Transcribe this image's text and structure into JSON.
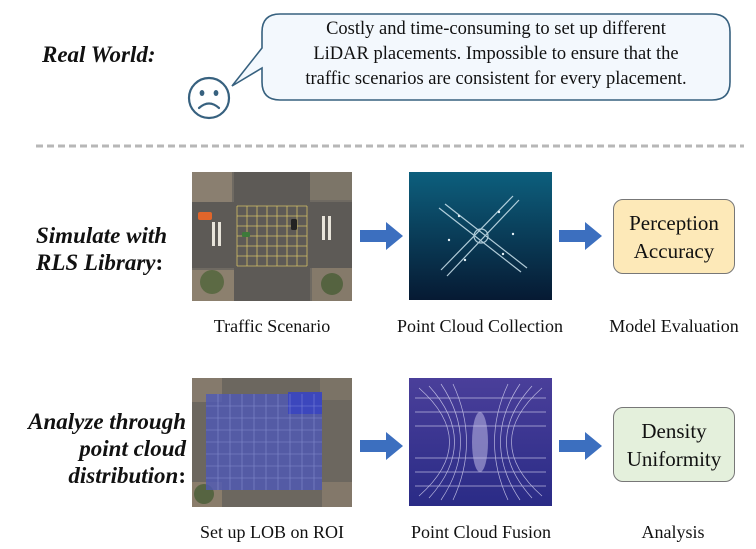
{
  "top": {
    "label": "Real World:",
    "bubble_lines": [
      "Costly and time-consuming to set up different",
      "LiDAR placements. Impossible to ensure that the",
      "traffic scenarios are consistent for every placement."
    ],
    "face_icon": "sad-face-icon"
  },
  "row1": {
    "label_lines": [
      "Simulate with",
      "RLS Library"
    ],
    "label_colon": ":",
    "captions": [
      "Traffic Scenario",
      "Point Cloud Collection",
      "Model Evaluation"
    ],
    "result_lines": [
      "Perception",
      "Accuracy"
    ],
    "result_color": "#fde9b8"
  },
  "row2": {
    "label_lines": [
      "Analyze through",
      "point cloud",
      "distribution"
    ],
    "label_colon": ":",
    "captions": [
      "Set up LOB on ROI",
      "Point Cloud Fusion",
      "Analysis"
    ],
    "result_lines": [
      "Density",
      "Uniformity"
    ],
    "result_color": "#e4f0dc"
  },
  "colors": {
    "arrow": "#3c6fbf",
    "divider": "#b7b7b7",
    "bubble_fill": "#f3f8fd",
    "bubble_stroke": "#37617f",
    "face": "#37617f"
  }
}
